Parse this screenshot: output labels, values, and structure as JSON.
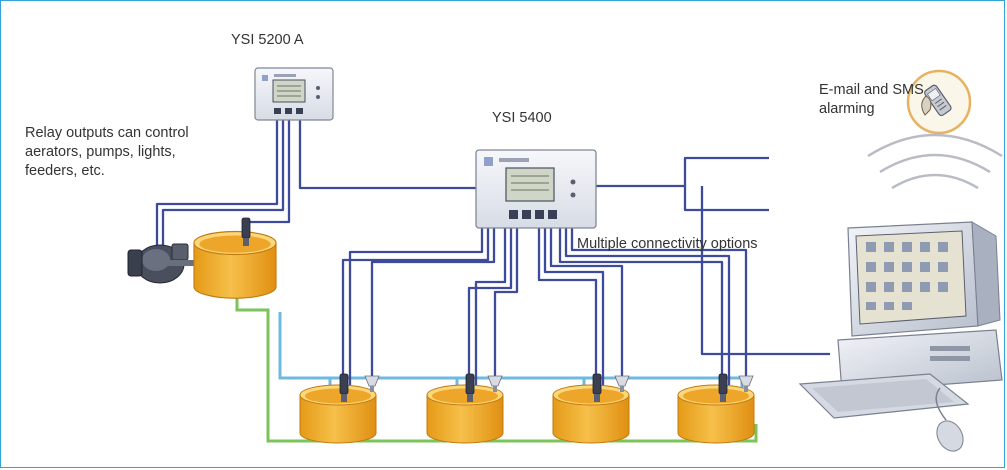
{
  "labels": {
    "ysi_5200a": "YSI 5200 A",
    "ysi_5400": "YSI 5400",
    "relay_outputs": [
      "Relay outputs can control",
      "aerators, pumps, lights,",
      "feeders, etc."
    ],
    "alarming": [
      "E-mail and SMS",
      "alarming"
    ],
    "connectivity": "Multiple connectivity options"
  },
  "colors": {
    "frame_border": "#33a3d6",
    "signal_cable": "#3e4a9a",
    "blue_pipe": "#6fb8e0",
    "green_pipe": "#7cc35a",
    "tank_fill": "#f2b230",
    "tank_rim": "#fbd77a",
    "controller_body": "#e9ecf2",
    "screen": "#cfd6c8"
  },
  "icons": [
    "ysi-5200a-controller-icon",
    "ysi-5400-controller-icon",
    "tank-icon",
    "probe-icon",
    "aerator-icon",
    "mobile-phone-icon",
    "computer-icon",
    "wireless-signal-icon"
  ]
}
